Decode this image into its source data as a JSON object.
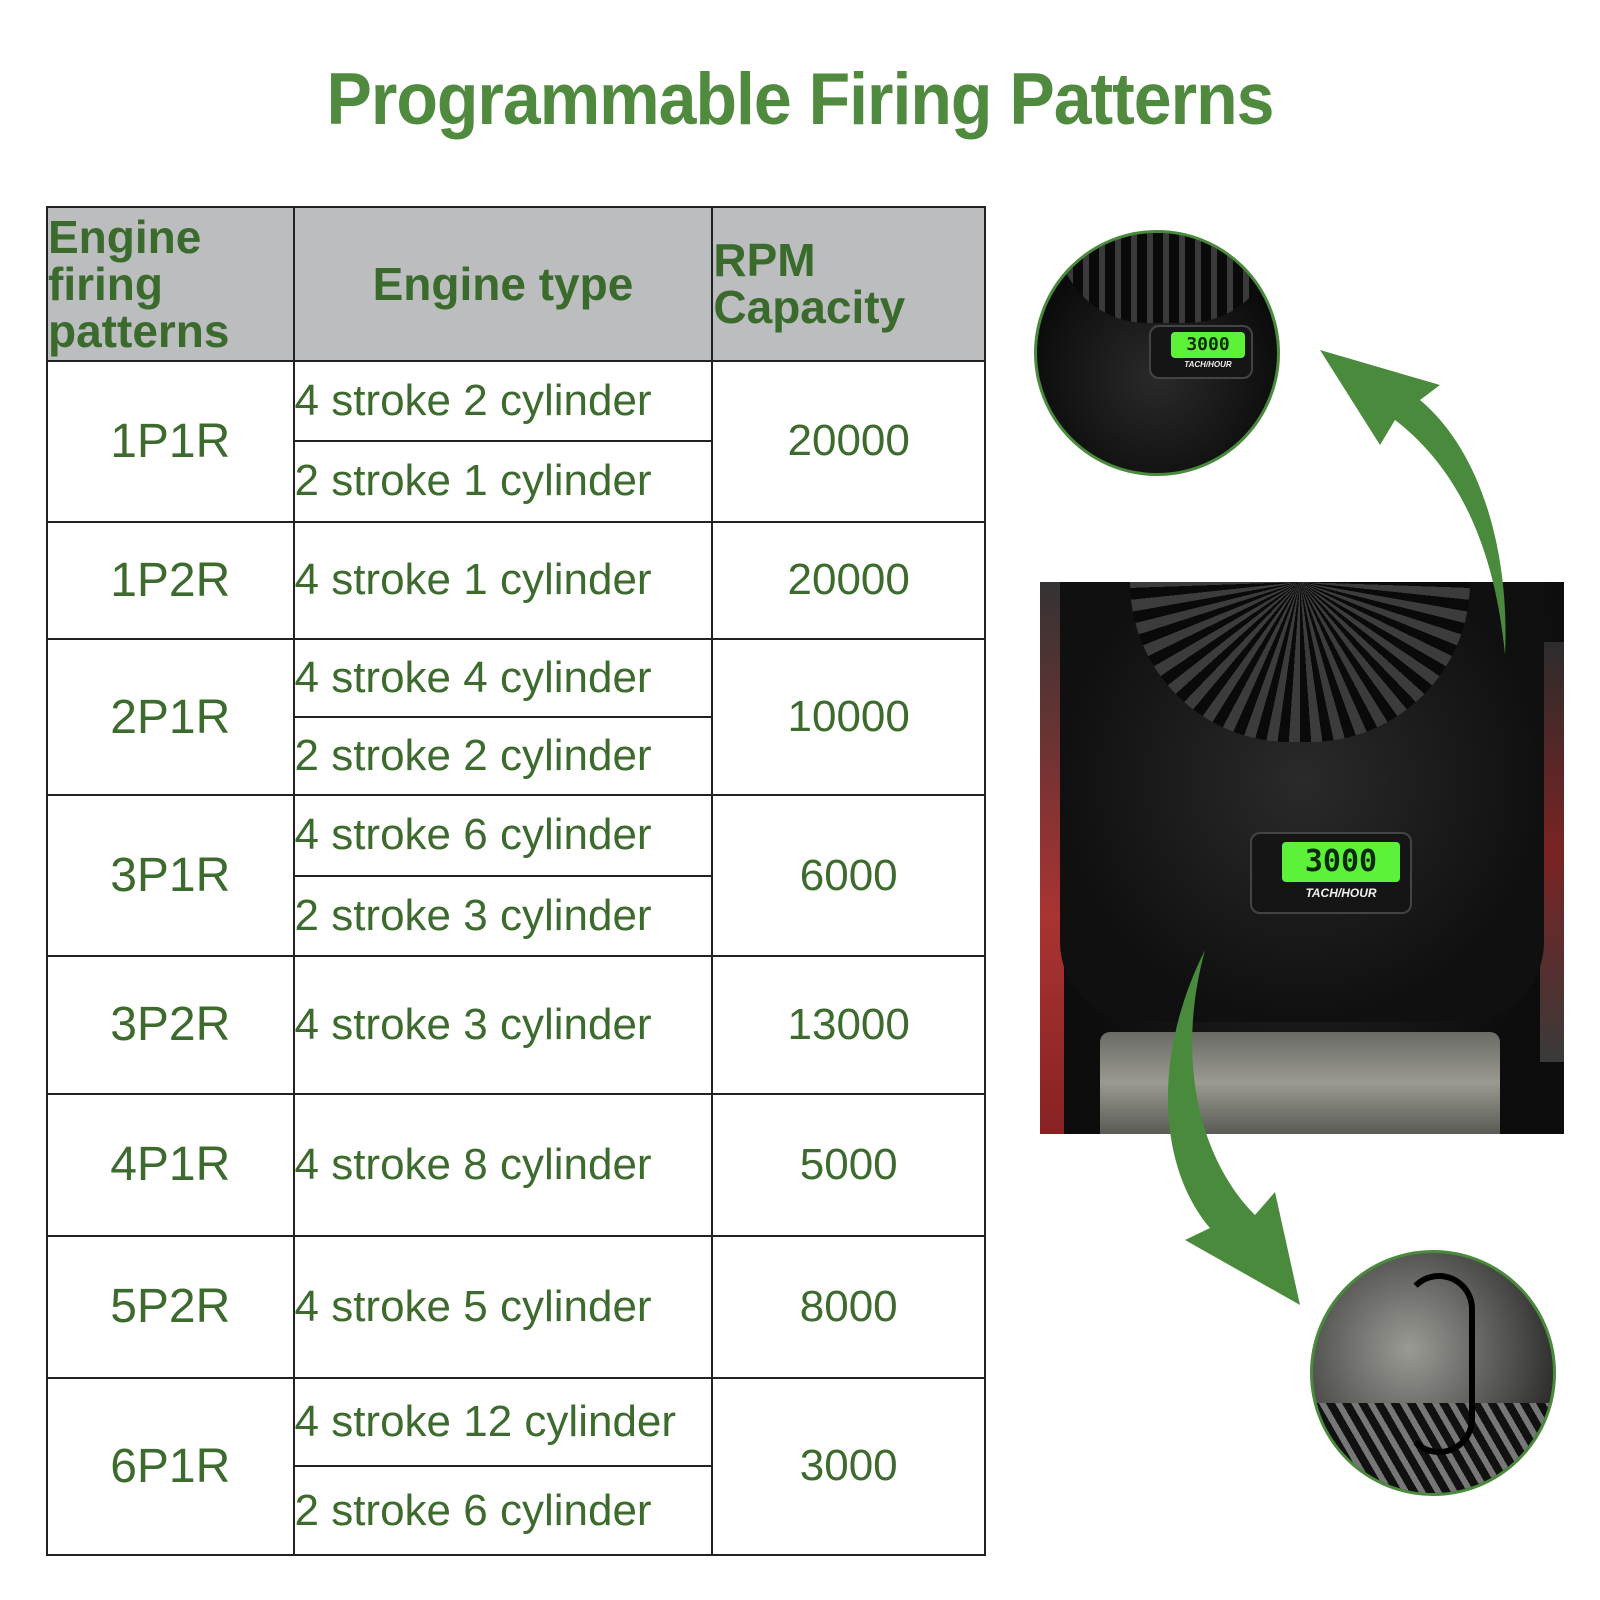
{
  "title": "Programmable Firing Patterns",
  "table": {
    "headers": [
      "Engine firing patterns",
      "Engine type",
      "RPM Capacity"
    ],
    "header_lines": {
      "col1": [
        "Engine",
        "firing",
        "patterns"
      ],
      "col2": [
        "Engine type"
      ],
      "col3": [
        "RPM",
        "Capacity"
      ]
    },
    "rows": [
      {
        "pattern": "1P1R",
        "types": [
          "4 stroke 2 cylinder",
          "2 stroke 1 cylinder"
        ],
        "rpm": "20000"
      },
      {
        "pattern": "1P2R",
        "types": [
          "4 stroke 1 cylinder"
        ],
        "rpm": "20000"
      },
      {
        "pattern": "2P1R",
        "types": [
          "4 stroke 4 cylinder",
          "2 stroke 2 cylinder"
        ],
        "rpm": "10000"
      },
      {
        "pattern": "3P1R",
        "types": [
          "4 stroke 6 cylinder",
          "2 stroke 3 cylinder"
        ],
        "rpm": "6000"
      },
      {
        "pattern": "3P2R",
        "types": [
          "4 stroke 3 cylinder"
        ],
        "rpm": "13000"
      },
      {
        "pattern": "4P1R",
        "types": [
          "4 stroke 8 cylinder"
        ],
        "rpm": "5000"
      },
      {
        "pattern": "5P2R",
        "types": [
          "4 stroke 5 cylinder"
        ],
        "rpm": "8000"
      },
      {
        "pattern": "6P1R",
        "types": [
          "4 stroke 12 cylinder",
          "2 stroke 6 cylinder"
        ],
        "rpm": "3000"
      }
    ]
  },
  "device": {
    "display": "3000",
    "label": "TACH/HOUR"
  },
  "colors": {
    "accent": "#4f8a3e",
    "text_green": "#3d6b2e",
    "header_bg": "#bcbdbf",
    "lcd": "#5cf23a"
  }
}
